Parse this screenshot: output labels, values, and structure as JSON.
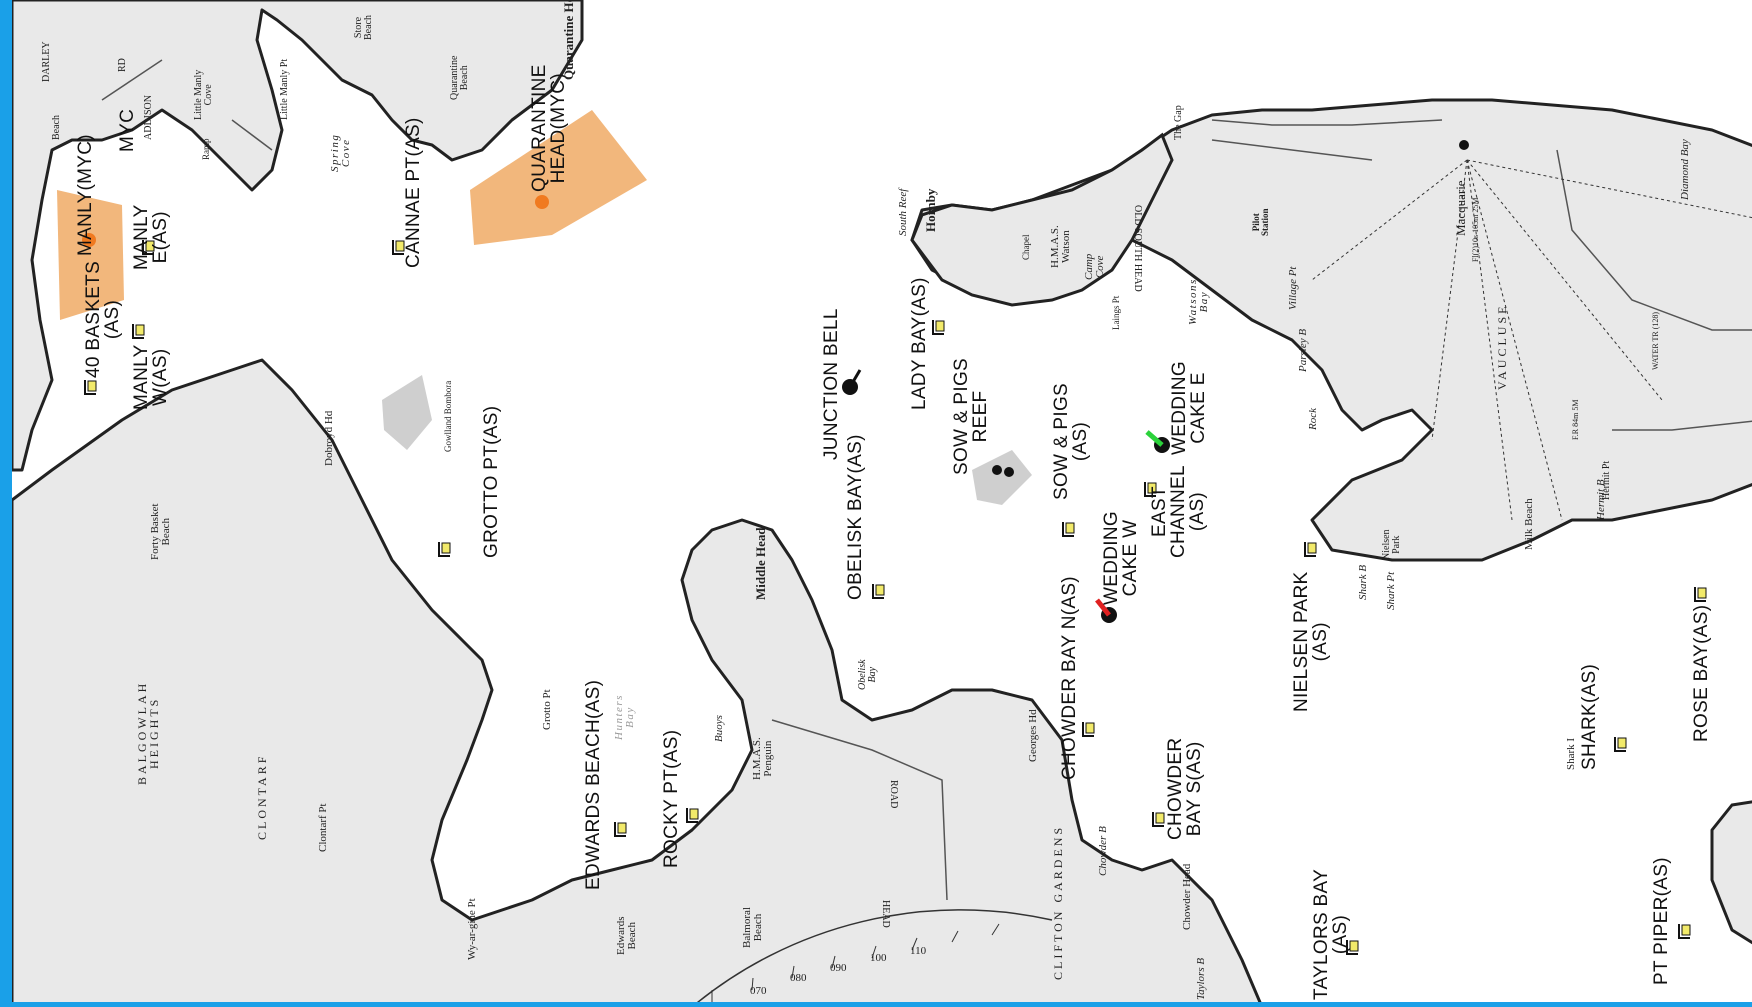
{
  "map": {
    "colors": {
      "land": "#e9e9e9",
      "coast": "#222222",
      "water": "#ffffff",
      "zone_orange": "#f2b77c",
      "zone_grey": "#cfcfcf",
      "mark_orange": "#f07a20",
      "frame_blue": "#1aa0e8",
      "flag_yellow": "#f2ea6a"
    },
    "labels": {
      "manly_myc": "MANLY(MYC)",
      "myc": "MYC",
      "manly_e_1": "MANLY",
      "manly_e_2": "E(AS)",
      "forty_baskets_1": "40 BASKETS",
      "forty_baskets_2": "(AS)",
      "manly_w_1": "MANLY",
      "manly_w_2": "W(AS)",
      "cannae_pt": "CANNAE PT(AS)",
      "quarantine_1": "QUARANTINE",
      "quarantine_2": "HEAD(MYC)",
      "grotto_pt": "GROTTO PT(AS)",
      "junction_bell": "JUNCTION BELL",
      "lady_bay": "LADY BAY(AS)",
      "sow_pigs_reef_1": "SOW & PIGS",
      "sow_pigs_reef_2": "REEF",
      "sow_pigs_as_1": "SOW & PIGS",
      "sow_pigs_as_2": "(AS)",
      "wedding_cake_e_1": "WEDDING",
      "wedding_cake_e_2": "CAKE E",
      "east_channel_1": "EAST",
      "east_channel_2": "CHANNEL",
      "east_channel_3": "(AS)",
      "wedding_cake_w_1": "WEDDING",
      "wedding_cake_w_2": "CAKE W",
      "obelisk_bay": "OBELISK BAY(AS)",
      "chowder_bay_n": "CHOWDER BAY N(AS)",
      "chowder_bay_s_1": "CHOWDER",
      "chowder_bay_s_2": "BAY S(AS)",
      "edwards_beach": "EDWARDS BEACH(AS)",
      "rocky_pt": "ROCKY PT(AS)",
      "nielsen_park_1": "NIELSEN PARK",
      "nielsen_park_2": "(AS)",
      "shark": "SHARK(AS)",
      "rose_bay": "ROSE BAY(AS)",
      "taylors_bay_1": "TAYLORS BAY",
      "taylors_bay_2": "(AS)",
      "pt_piper": "PT PIPER(AS)"
    },
    "places": {
      "balgowlah_heights_1": "BALGOWLAH",
      "balgowlah_heights_2": "HEIGHTS",
      "clontarf": "CLONTARF",
      "vaucluse": "VAUCLUSE",
      "clifton_gardens": "CLIFTON GARDENS",
      "middle_head": "Middle Head",
      "hunters_bay_1": "Hunters",
      "hunters_bay_2": "Bay",
      "spring_cove_1": "Spring",
      "spring_cove_2": "Cove",
      "watsons_bay_1": "Watsons",
      "watsons_bay_2": "Bay",
      "macquarie": "Macquarie",
      "darley": "DARLEY",
      "addison": "ADDISON",
      "road_vh": "RD",
      "forty_basket_beach_1": "Forty Basket",
      "forty_basket_beach_2": "Beach",
      "dobroyd_hd": "Dobroyd Hd",
      "grotto_point": "Grotto Pt",
      "clontarf_pt": "Clontarf Pt",
      "wy_ar_gine_pt": "Wy-ar-gine Pt",
      "edwards_beach_small_1": "Edwards",
      "edwards_beach_small_2": "Beach",
      "balmoral_beach_1": "Balmoral",
      "balmoral_beach_2": "Beach",
      "hmas_penguin_1": "H.M.A.S.",
      "hmas_penguin_2": "Penguin",
      "obelisk_bay_small_1": "Obelisk",
      "obelisk_bay_small_2": "Bay",
      "georges_hd": "Georges Hd",
      "chowder_b": "Chowder B",
      "chowder_head": "Chowder Head",
      "taylors_b": "Taylors B",
      "south_reef": "South Reef",
      "hornby": "Hornby",
      "hmas_watson_1": "H.M.A.S.",
      "hmas_watson_2": "Watson",
      "camp_cove_1": "Camp",
      "camp_cove_2": "Cove",
      "chapel": "Chapel",
      "laings_pt": "Laings Pt",
      "pilot_station_1": "Pilot",
      "pilot_station_2": "Station",
      "village_pt": "Village Pt",
      "parsley_b": "Parsley B",
      "rock": "Rock",
      "nielsen_park_small_1": "Nielsen",
      "nielsen_park_small_2": "Park",
      "shark_b": "Shark B",
      "shark_pt": "Shark Pt",
      "milk_beach": "Milk Beach",
      "hermit_b": "Hermit B",
      "hermit_pt": "Hermit Pt",
      "diamond_bay": "Diamond Bay",
      "shark_i": "Shark I",
      "gap": "The Gap",
      "quarantine_beach_1": "Quarantine",
      "quarantine_beach_2": "Beach",
      "store_beach_1": "Store",
      "store_beach_2": "Beach",
      "little_manly_pt": "Little Manly Pt",
      "little_manly_cove_1": "Little Manly",
      "little_manly_cove_2": "Cove",
      "beach": "Beach",
      "ramp": "Ramp",
      "quarantine_head_small": "Quarantine Head",
      "gowlland_bombora": "Gowlland Bombora",
      "buoys": "Buoys",
      "road_old_south": "OLD SOUTH HEAD",
      "road_head": "HEAD",
      "road_rd": "ROAD",
      "macquarie_light": "Fl(2)10s 105m 25M",
      "water_tr": "WATER TR (128)",
      "fr_light": "F.R 84m 5M"
    },
    "compass_ticks": [
      "070",
      "080",
      "090",
      "100",
      "110"
    ]
  }
}
